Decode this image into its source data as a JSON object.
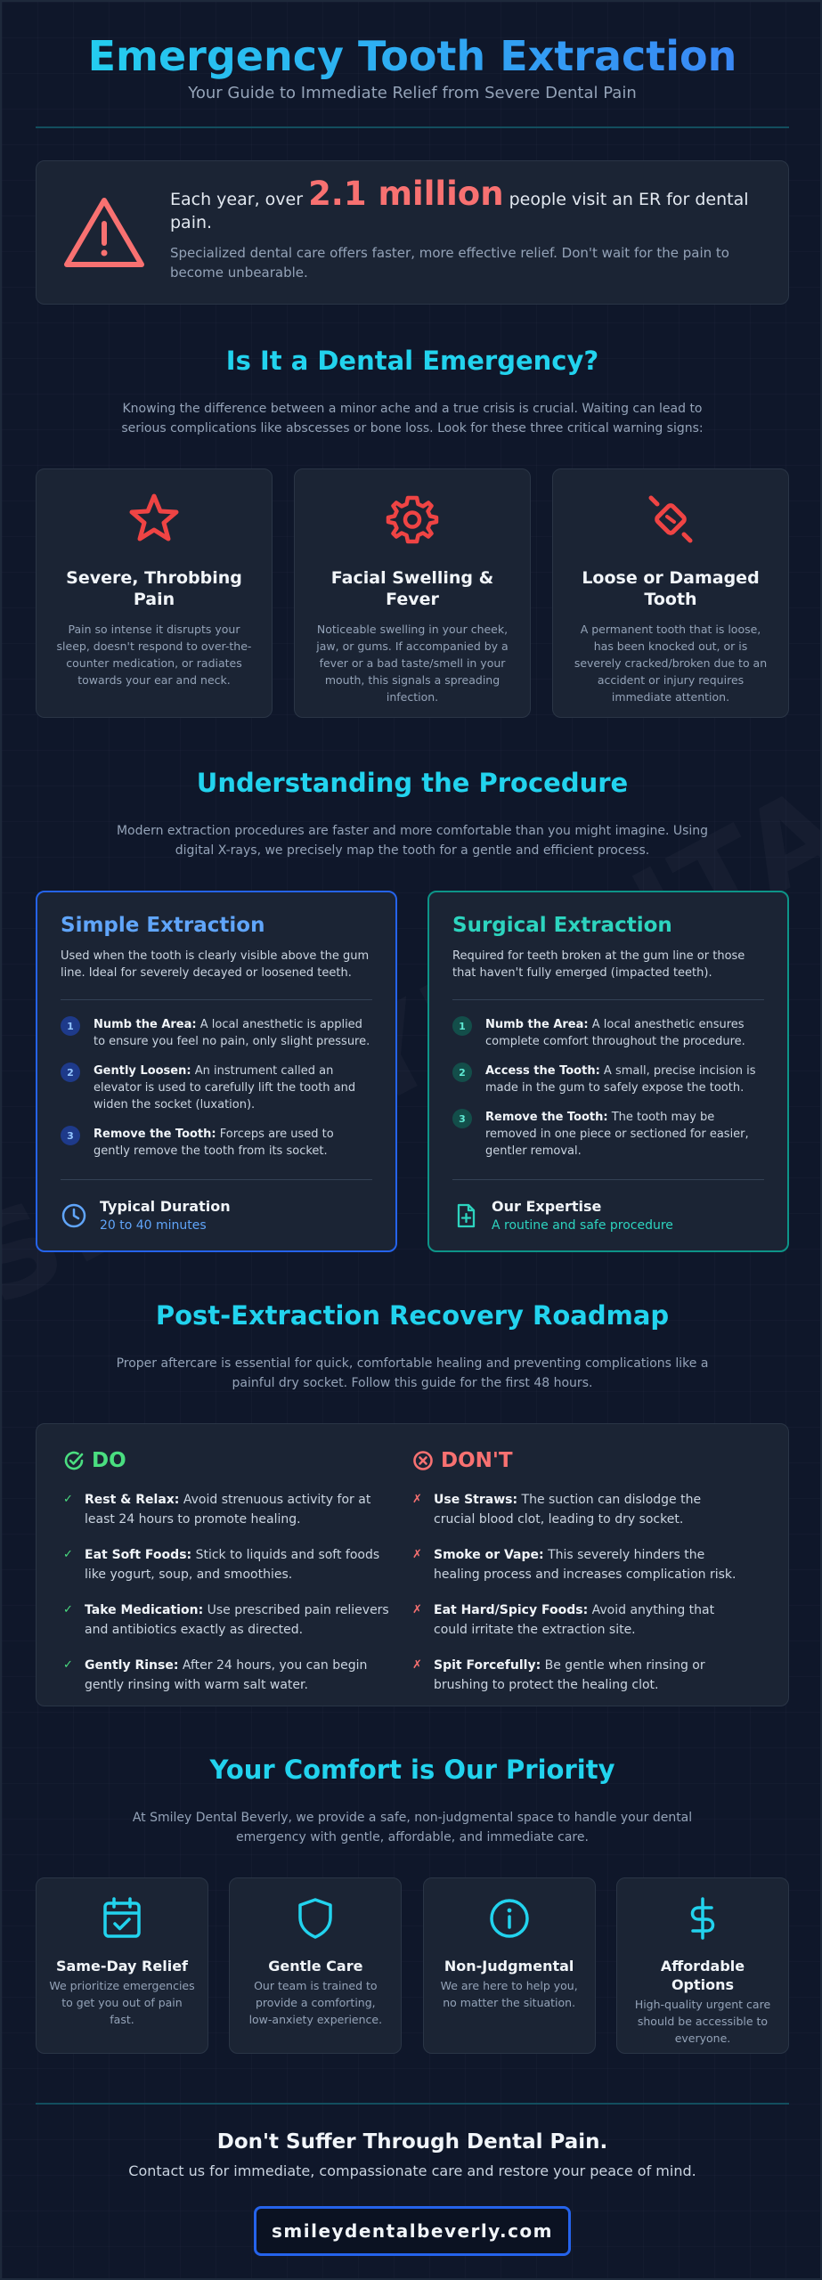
{
  "header": {
    "title": "Emergency Tooth Extraction",
    "subtitle": "Your Guide to Immediate Relief from Severe Dental Pain"
  },
  "stat": {
    "prefix": "Each year, over ",
    "figure": "2.1 million",
    "suffix": " people visit an ER for dental pain.",
    "note": "Specialized dental care offers faster, more effective relief. Don't wait for the pain to become unbearable."
  },
  "emergency": {
    "title": "Is It a Dental Emergency?",
    "intro": "Knowing the difference between a minor ache and a true crisis is crucial. Waiting can lead to serious complications like abscesses or bone loss. Look for these three critical warning signs:",
    "cards": [
      {
        "icon": "star-pain-icon",
        "title": "Severe, Throbbing Pain",
        "desc": "Pain so intense it disrupts your sleep, doesn't respond to over-the-counter medication, or radiates towards your ear and neck."
      },
      {
        "icon": "gear-swelling-icon",
        "title": "Facial Swelling & Fever",
        "desc": "Noticeable swelling in your cheek, jaw, or gums. If accompanied by a fever or a bad taste/smell in your mouth, this signals a spreading infection."
      },
      {
        "icon": "broken-tooth-icon",
        "title": "Loose or Damaged Tooth",
        "desc": "A permanent tooth that is loose, has been knocked out, or is severely cracked/broken due to an accident or injury requires immediate attention."
      }
    ]
  },
  "procedure": {
    "title": "Understanding the Procedure",
    "intro": "Modern extraction procedures are faster and more comfortable than you might imagine. Using digital X-rays, we precisely map the tooth for a gentle and efficient process.",
    "simple": {
      "title": "Simple Extraction",
      "desc": "Used when the tooth is clearly visible above the gum line. Ideal for severely decayed or loosened teeth.",
      "steps": [
        {
          "n": "1",
          "label": "Numb the Area:",
          "text": " A local anesthetic is applied to ensure you feel no pain, only slight pressure."
        },
        {
          "n": "2",
          "label": "Gently Loosen:",
          "text": " An instrument called an elevator is used to carefully lift the tooth and widen the socket (luxation)."
        },
        {
          "n": "3",
          "label": "Remove the Tooth:",
          "text": " Forceps are used to gently remove the tooth from its socket."
        }
      ],
      "footer_title": "Typical Duration",
      "footer_value": "20 to 40 minutes"
    },
    "surgical": {
      "title": "Surgical Extraction",
      "desc": "Required for teeth broken at the gum line or those that haven't fully emerged (impacted teeth).",
      "steps": [
        {
          "n": "1",
          "label": "Numb the Area:",
          "text": " A local anesthetic ensures complete comfort throughout the procedure."
        },
        {
          "n": "2",
          "label": "Access the Tooth:",
          "text": " A small, precise incision is made in the gum to safely expose the tooth."
        },
        {
          "n": "3",
          "label": "Remove the Tooth:",
          "text": " The tooth may be removed in one piece or sectioned for easier, gentler removal."
        }
      ],
      "footer_title": "Our Expertise",
      "footer_value": "A routine and safe procedure"
    }
  },
  "recovery": {
    "title": "Post-Extraction Recovery Roadmap",
    "intro": "Proper aftercare is essential for quick, comfortable healing and preventing complications like a painful dry socket. Follow this guide for the first 48 hours.",
    "do_title": "DO",
    "dont_title": "DON'T",
    "do": [
      {
        "label": "Rest & Relax:",
        "text": " Avoid strenuous activity for at least 24 hours to promote healing."
      },
      {
        "label": "Eat Soft Foods:",
        "text": " Stick to liquids and soft foods like yogurt, soup, and smoothies."
      },
      {
        "label": "Take Medication:",
        "text": " Use prescribed pain relievers and antibiotics exactly as directed."
      },
      {
        "label": "Gently Rinse:",
        "text": " After 24 hours, you can begin gently rinsing with warm salt water."
      }
    ],
    "dont": [
      {
        "label": "Use Straws:",
        "text": " The suction can dislodge the crucial blood clot, leading to dry socket."
      },
      {
        "label": "Smoke or Vape:",
        "text": " This severely hinders the healing process and increases complication risk."
      },
      {
        "label": "Eat Hard/Spicy Foods:",
        "text": " Avoid anything that could irritate the extraction site."
      },
      {
        "label": "Spit Forcefully:",
        "text": " Be gentle when rinsing or brushing to protect the healing clot."
      }
    ]
  },
  "comfort": {
    "title": "Your Comfort is Our Priority",
    "intro": "At Smiley Dental Beverly, we provide a safe, non-judgmental space to handle your dental emergency with gentle, affordable, and immediate care.",
    "cards": [
      {
        "icon": "calendar-check-icon",
        "title": "Same-Day Relief",
        "desc": "We prioritize emergencies to get you out of pain fast."
      },
      {
        "icon": "shield-icon",
        "title": "Gentle Care",
        "desc": "Our team is trained to provide a comforting, low-anxiety experience."
      },
      {
        "icon": "info-icon",
        "title": "Non-Judgmental",
        "desc": "We are here to help you, no matter the situation."
      },
      {
        "icon": "dollar-icon",
        "title": "Affordable Options",
        "desc": "High-quality urgent care should be accessible to everyone."
      }
    ]
  },
  "footer": {
    "headline": "Don't Suffer Through Dental Pain.",
    "tagline": "Contact us for immediate, compassionate care and restore your peace of mind.",
    "cta": "smileydentalbeverly.com"
  },
  "watermark": "SMILEYDENTALBEVERLY.COM",
  "colors": {
    "background": "#0f172a",
    "accent": "#22d3ee",
    "blue": "#3b82f6",
    "alert": "#f87171",
    "success": "#4ade80",
    "teal": "#2dd4bf"
  }
}
